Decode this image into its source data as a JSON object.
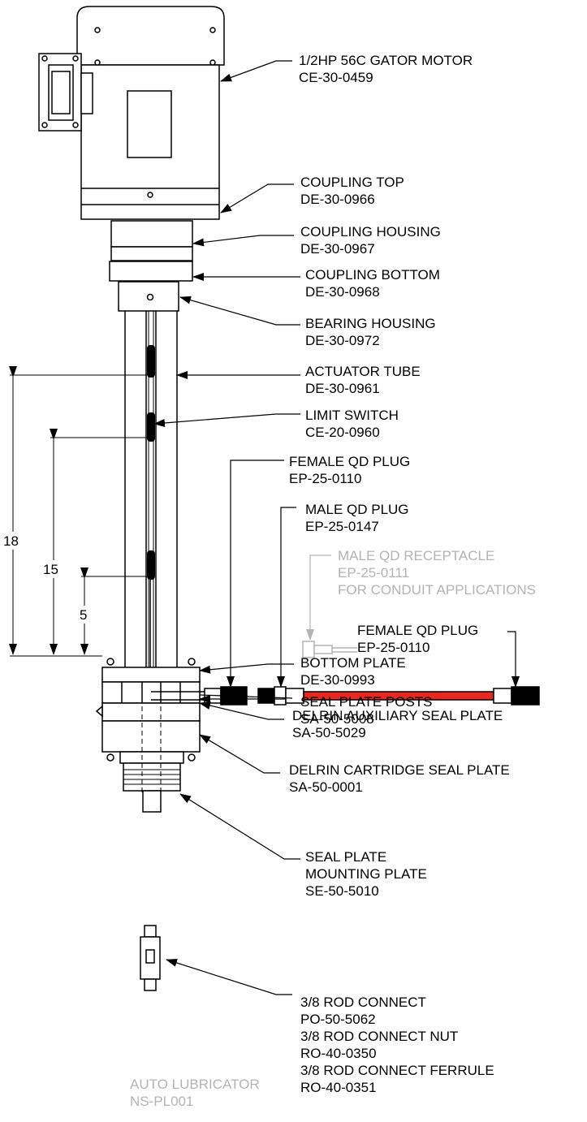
{
  "callouts": [
    {
      "name": "1/2HP 56C GATOR MOTOR",
      "part": "CE-30-0459"
    },
    {
      "name": "COUPLING TOP",
      "part": "DE-30-0966"
    },
    {
      "name": "COUPLING HOUSING",
      "part": "DE-30-0967"
    },
    {
      "name": "COUPLING BOTTOM",
      "part": "DE-30-0968"
    },
    {
      "name": "BEARING HOUSING",
      "part": "DE-30-0972"
    },
    {
      "name": "ACTUATOR TUBE",
      "part": "DE-30-0961"
    },
    {
      "name": "LIMIT SWITCH",
      "part": "CE-20-0960"
    },
    {
      "name": "FEMALE QD PLUG",
      "part": "EP-25-0110"
    },
    {
      "name": "MALE QD PLUG",
      "part": "EP-25-0147"
    },
    {
      "name": "MALE QD RECEPTACLE",
      "part": "EP-25-0111",
      "note": "FOR CONDUIT APPLICATIONS"
    },
    {
      "name": "FEMALE QD PLUG",
      "part": "EP-25-0110"
    },
    {
      "name": "BOTTOM PLATE",
      "part": "DE-30-0993"
    },
    {
      "name": "SEAL PLATE POSTS",
      "part": "SA-50-5008"
    },
    {
      "name": "DELRIN AUXILIARY SEAL PLATE",
      "part": "SA-50-5029"
    },
    {
      "name": "DELRIN CARTRIDGE SEAL PLATE",
      "part": "SA-50-0001"
    },
    {
      "name": "SEAL PLATE",
      "name2": "MOUNTING PLATE",
      "part": "SE-50-5010"
    },
    {
      "name": "3/8 ROD CONNECT",
      "part": "PO-50-5062",
      "name2": "3/8 ROD CONNECT NUT",
      "part2": "RO-40-0350",
      "name3": "3/8 ROD CONNECT FERRULE",
      "part3": "RO-40-0351"
    }
  ],
  "dimensions": [
    "18",
    "15",
    "5"
  ],
  "title_block": {
    "title": "AUTO LUBRICATOR",
    "number": "NS-PL001"
  },
  "colors": {
    "cable": "#e8281e",
    "line": "#000000",
    "ghost": "#b4b4b4"
  }
}
